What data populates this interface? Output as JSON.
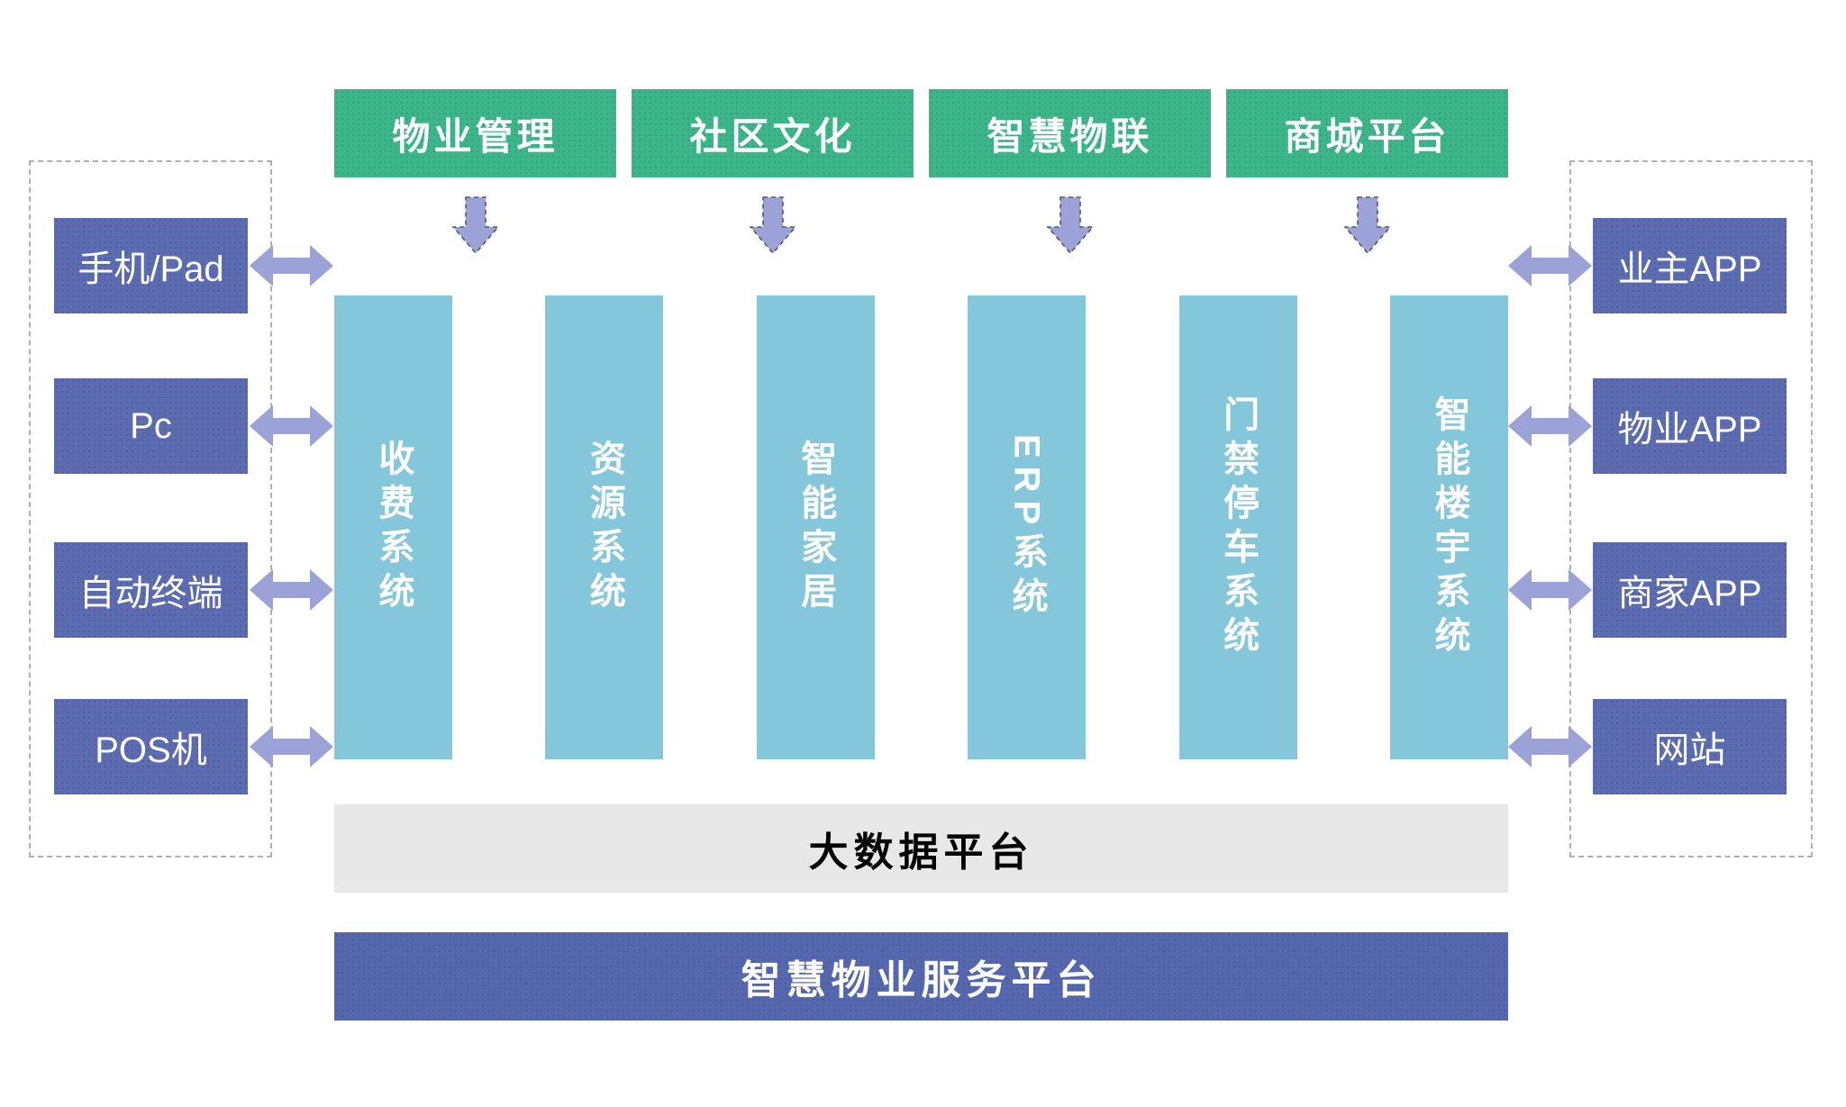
{
  "top_modules": [
    "物业管理",
    "社区文化",
    "智慧物联",
    "商城平台"
  ],
  "systems": [
    "收费系统",
    "资源系统",
    "智能家居",
    "ERP系统",
    "门禁停车系统",
    "智能楼宇系统"
  ],
  "left_terminals": [
    "手机/Pad",
    "Pc",
    "自动终端",
    "POS机"
  ],
  "right_terminals": [
    "业主APP",
    "物业APP",
    "商家APP",
    "网站"
  ],
  "platform_bars": {
    "big_data": "大数据平台",
    "service": "智慧物业服务平台"
  },
  "colors": {
    "green": "#3cb689",
    "boxpurple": "#5b6cb0",
    "teal": "#85c7da",
    "arrow": "#9aa2d8",
    "arrowline": "#555a66",
    "graybar": "#e8e8e8",
    "barpurple": "#5568ae",
    "dash": "#b1b1b1"
  }
}
